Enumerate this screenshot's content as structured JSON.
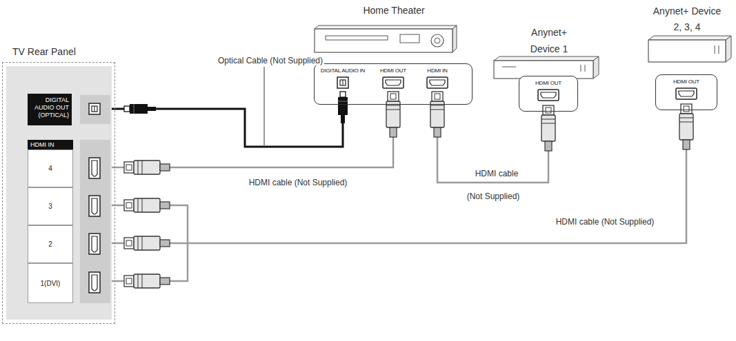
{
  "diagram": {
    "nodes": [
      {
        "text": [
          "TV Rear Panel"
        ]
      },
      {
        "text": [
          "DIGITAL AUDIO OUT (OPTICAL)"
        ],
        "in": 0
      },
      {
        "text": [
          "HDMI IN"
        ],
        "in": 0
      },
      {
        "text": [
          "4"
        ],
        "in": 2
      },
      {
        "text": [
          "3"
        ],
        "in": 2
      },
      {
        "text": [
          "2"
        ],
        "in": 2
      },
      {
        "text": [
          "1(DVI)"
        ],
        "in": 2
      },
      {
        "text": [
          "Home Theater"
        ]
      },
      {
        "text": [
          "DIGITAL AUDIO IN"
        ],
        "in": 7
      },
      {
        "text": [
          "HDMI OUT"
        ],
        "in": 7
      },
      {
        "text": [
          "HDMI IN"
        ],
        "in": 7
      },
      {
        "text": [
          "Anynet+ Device 1"
        ]
      },
      {
        "text": [
          "HDMI OUT"
        ],
        "in": 11
      },
      {
        "text": [
          "Anynet+ Device 2, 3, 4"
        ]
      },
      {
        "text": [
          "HDMI OUT"
        ],
        "in": 13
      }
    ],
    "edges": [
      {
        "from": 1,
        "to": 8,
        "arrow": "none",
        "label": "Optical Cable (Not Supplied)"
      },
      {
        "from": 3,
        "to": 9,
        "arrow": "none",
        "label": "HDMI cable (Not Supplied)"
      },
      {
        "from": 10,
        "to": 12,
        "arrow": "none",
        "label": "HDMI cable"
      },
      {
        "from": 5,
        "to": 14,
        "arrow": "none",
        "label": "HDMI cable (Not Supplied)"
      },
      {
        "from": 4,
        "to": 6,
        "arrow": "none"
      }
    ],
    "labels": [
      "(Not Supplied)"
    ]
  }
}
